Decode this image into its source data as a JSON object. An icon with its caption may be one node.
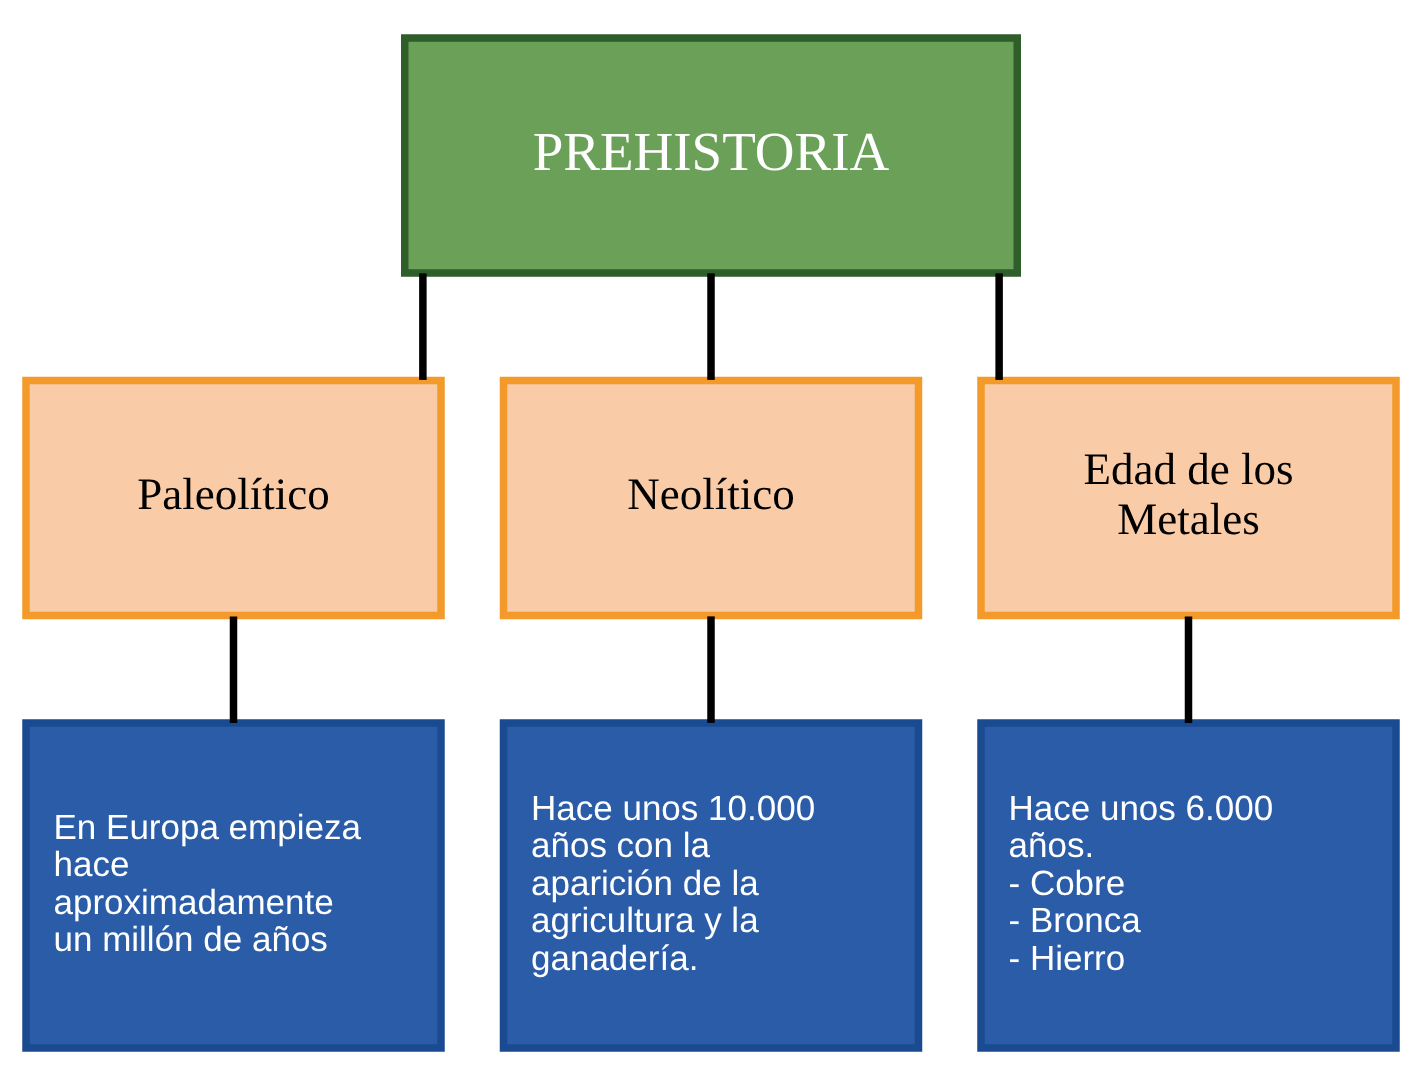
{
  "diagram": {
    "nodes": [
      {
        "text": [
          "PREHISTORIA"
        ]
      },
      {
        "text": [
          "Paleolítico"
        ]
      },
      {
        "text": [
          "Neolítico"
        ]
      },
      {
        "text": [
          "Edad de los Metales"
        ]
      },
      {
        "text": [
          "En Europa empieza hace aproximadamente un millón de años"
        ]
      },
      {
        "text": [
          "Hace unos 10.000 años con la aparición de la agricultura y la ganadería."
        ]
      },
      {
        "text": [
          "Hace unos 6.000 años.",
          "- Cobre",
          "- Bronca",
          "- Hierro"
        ]
      }
    ],
    "edges": [
      {
        "from": 0,
        "to": 1,
        "arrow": "none"
      },
      {
        "from": 0,
        "to": 2,
        "arrow": "none"
      },
      {
        "from": 0,
        "to": 3,
        "arrow": "none"
      },
      {
        "from": 1,
        "to": 4,
        "arrow": "none"
      },
      {
        "from": 2,
        "to": 5,
        "arrow": "none"
      },
      {
        "from": 3,
        "to": 6,
        "arrow": "none"
      }
    ]
  }
}
